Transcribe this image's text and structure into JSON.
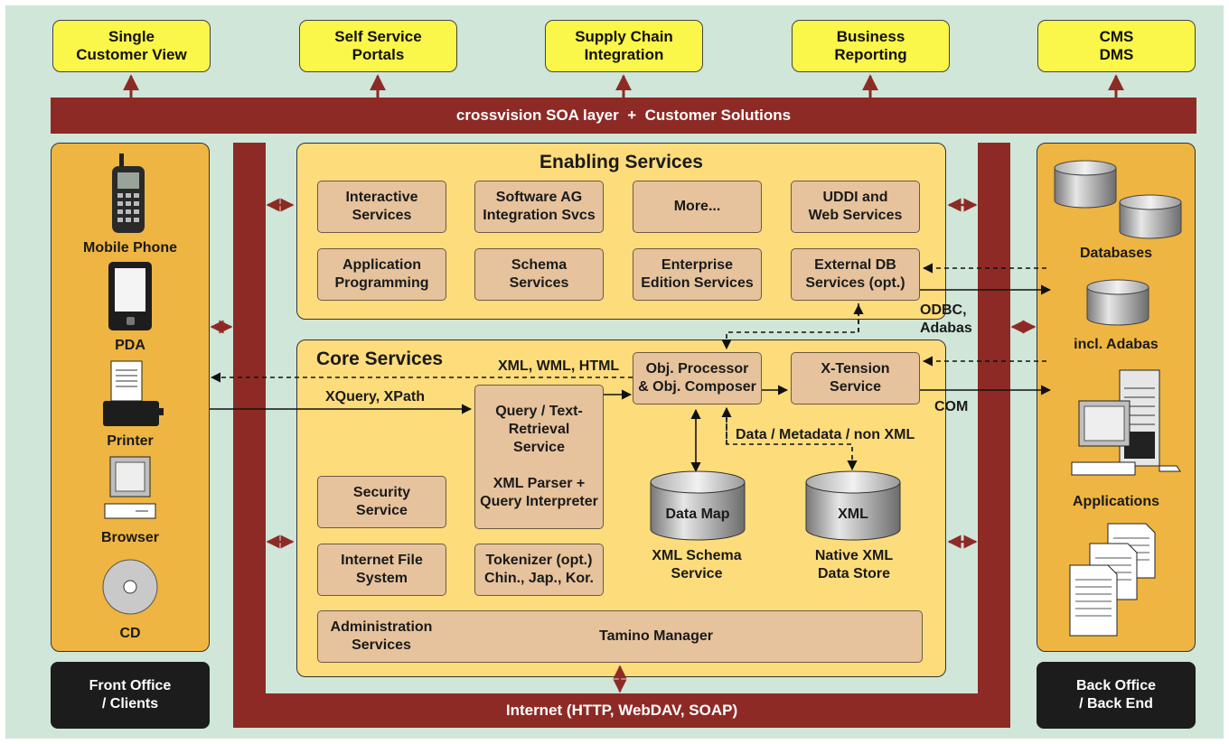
{
  "top_apps": [
    "Single\nCustomer View",
    "Self Service\nPortals",
    "Supply Chain\nIntegration",
    "Business\nReporting",
    "CMS\nDMS"
  ],
  "soa_bar": "crossvision SOA layer  +  Customer Solutions",
  "internet_bar": "Internet (HTTP, WebDAV, SOAP)",
  "front_office": {
    "caption": "Front Office\n/ Clients",
    "clients": [
      {
        "label": "Mobile Phone",
        "icon": "mobile-phone-icon"
      },
      {
        "label": "PDA",
        "icon": "pda-icon"
      },
      {
        "label": "Printer",
        "icon": "printer-icon"
      },
      {
        "label": "Browser",
        "icon": "browser-icon"
      },
      {
        "label": "CD",
        "icon": "cd-icon"
      }
    ]
  },
  "back_office": {
    "caption": "Back Office\n/ Back End",
    "items": [
      {
        "label": "Databases",
        "icon": "database-icon"
      },
      {
        "label": "incl. Adabas",
        "icon": "database-icon"
      },
      {
        "label": "Applications",
        "icon": "computer-icon"
      },
      {
        "label": "",
        "icon": "documents-icon"
      }
    ]
  },
  "enabling": {
    "title": "Enabling Services",
    "boxes": [
      "Interactive\nServices",
      "Software AG\nIntegration Svcs",
      "More...",
      "UDDI and\nWeb Services",
      "Application\nProgramming",
      "Schema\nServices",
      "Enterprise\nEdition Services",
      "External DB\nServices (opt.)"
    ]
  },
  "core": {
    "title": "Core Services",
    "query": "Query / Text-\nRetrieval\nService\n\nXML Parser +\nQuery Interpreter",
    "security": "Security\nService",
    "ifs": "Internet File\nSystem",
    "tokenizer": "Tokenizer (opt.)\nChin., Jap., Kor.",
    "objproc": "Obj. Processor\n& Obj. Composer",
    "xtension": "X-Tension\nService",
    "datamap_cyl": "Data Map",
    "xml_cyl": "XML",
    "xml_schema_label": "XML Schema\nService",
    "native_label": "Native XML\nData Store",
    "admin": "Administration\nServices",
    "tamino": "Tamino Manager"
  },
  "flow_labels": {
    "xml_wml_html": "XML, WML, HTML",
    "xquery": "XQuery, XPath",
    "data_meta": "Data / Metadata / non XML",
    "odbc": "ODBC,\nAdabas",
    "com": "COM"
  },
  "colors": {
    "background": "#cfe6d9",
    "red_bar": "#8e2a25",
    "yellow_box": "#fbf64a",
    "orange_panel": "#efb542",
    "light_panel": "#fddc7c",
    "tan_box": "#e6c39d",
    "black_caption": "#1c1c1c"
  }
}
